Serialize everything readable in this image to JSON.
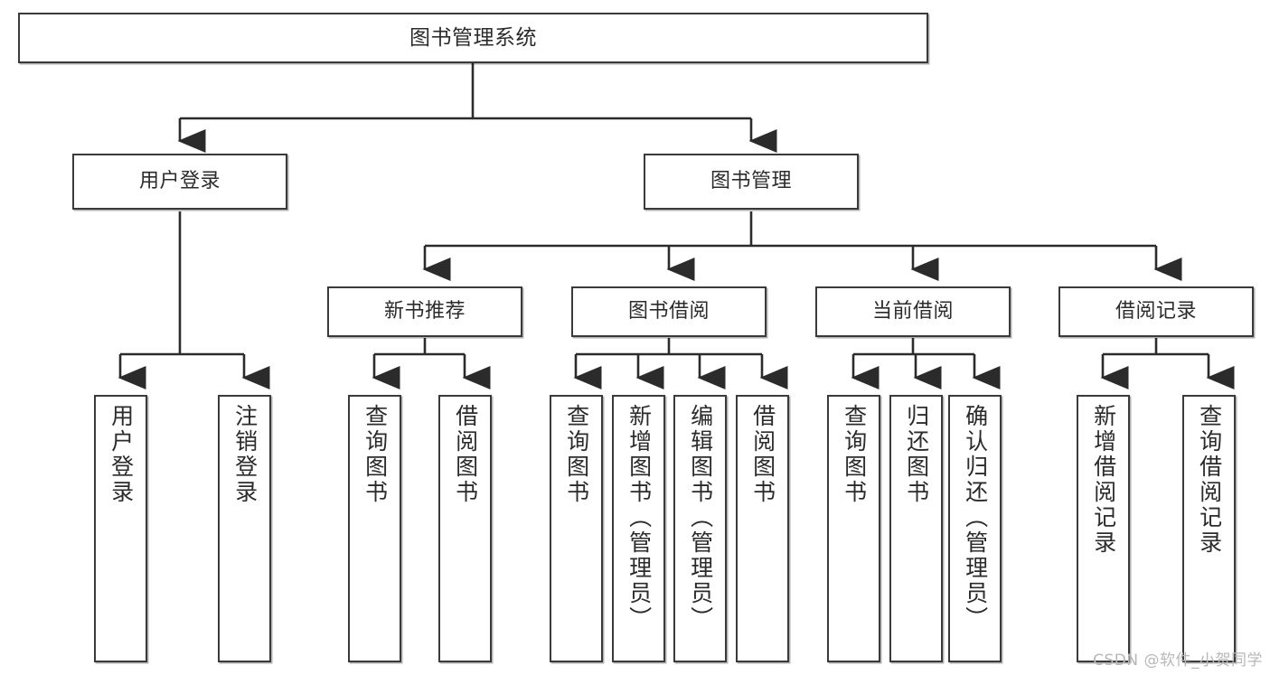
{
  "diagram": {
    "type": "tree",
    "title": "图书管理系统",
    "orientation": "top-down",
    "colors": {
      "box_border": "#3a3a3a",
      "box_fill": "#ffffff",
      "connector": "#2b2b2b",
      "text": "#2b2b2b",
      "watermark": "#b8b8b8",
      "background": "#ffffff"
    }
  },
  "root": {
    "label": "图书管理系统"
  },
  "level2": [
    {
      "label": "用户登录"
    },
    {
      "label": "图书管理"
    }
  ],
  "level3": [
    {
      "label": "新书推荐"
    },
    {
      "label": "图书借阅"
    },
    {
      "label": "当前借阅"
    },
    {
      "label": "借阅记录"
    }
  ],
  "leaves": {
    "user_login": [
      {
        "label": "用户登录"
      },
      {
        "label": "注销登录"
      }
    ],
    "new_book_recommend": [
      {
        "label": "查询图书"
      },
      {
        "label": "借阅图书"
      }
    ],
    "book_borrow": [
      {
        "label": "查询图书"
      },
      {
        "label": "新增图书（管理员）"
      },
      {
        "label": "编辑图书（管理员）"
      },
      {
        "label": "借阅图书"
      }
    ],
    "current_borrow": [
      {
        "label": "查询图书"
      },
      {
        "label": "归还图书"
      },
      {
        "label": "确认归还（管理员）"
      }
    ],
    "borrow_record": [
      {
        "label": "新增借阅记录"
      },
      {
        "label": "查询借阅记录"
      }
    ]
  },
  "watermark": {
    "text": "CSDN @软件_小贺同学"
  }
}
